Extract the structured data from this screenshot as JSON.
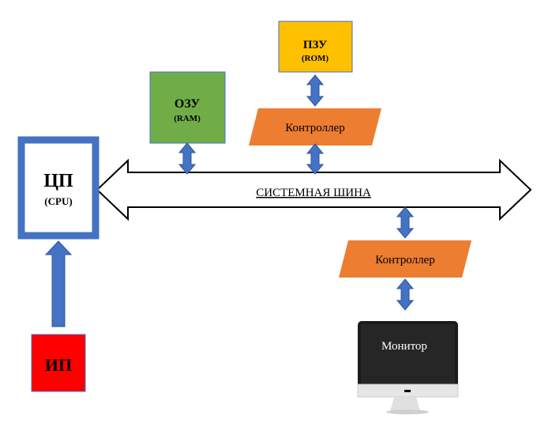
{
  "cpu": {
    "title": "ЦП",
    "subtitle": "(CPU)"
  },
  "ram": {
    "title": "ОЗУ",
    "subtitle": "(RAM)"
  },
  "rom": {
    "title": "ПЗУ",
    "subtitle": "(ROM)"
  },
  "bus": {
    "label": "СИСТЕМНАЯ  ШИНА"
  },
  "controller_rom": {
    "label": "Контроллер"
  },
  "controller_monitor": {
    "label": "Контроллер"
  },
  "monitor": {
    "label": "Монитор"
  },
  "power": {
    "label": "ИП"
  },
  "colors": {
    "cpu_border": "#4472c4",
    "ram_fill": "#70ad47",
    "rom_fill": "#ffc000",
    "controller_fill": "#ed7d31",
    "power_fill": "#ff0000",
    "arrow_fill": "#4472c4",
    "monitor_screen": "#262626"
  }
}
